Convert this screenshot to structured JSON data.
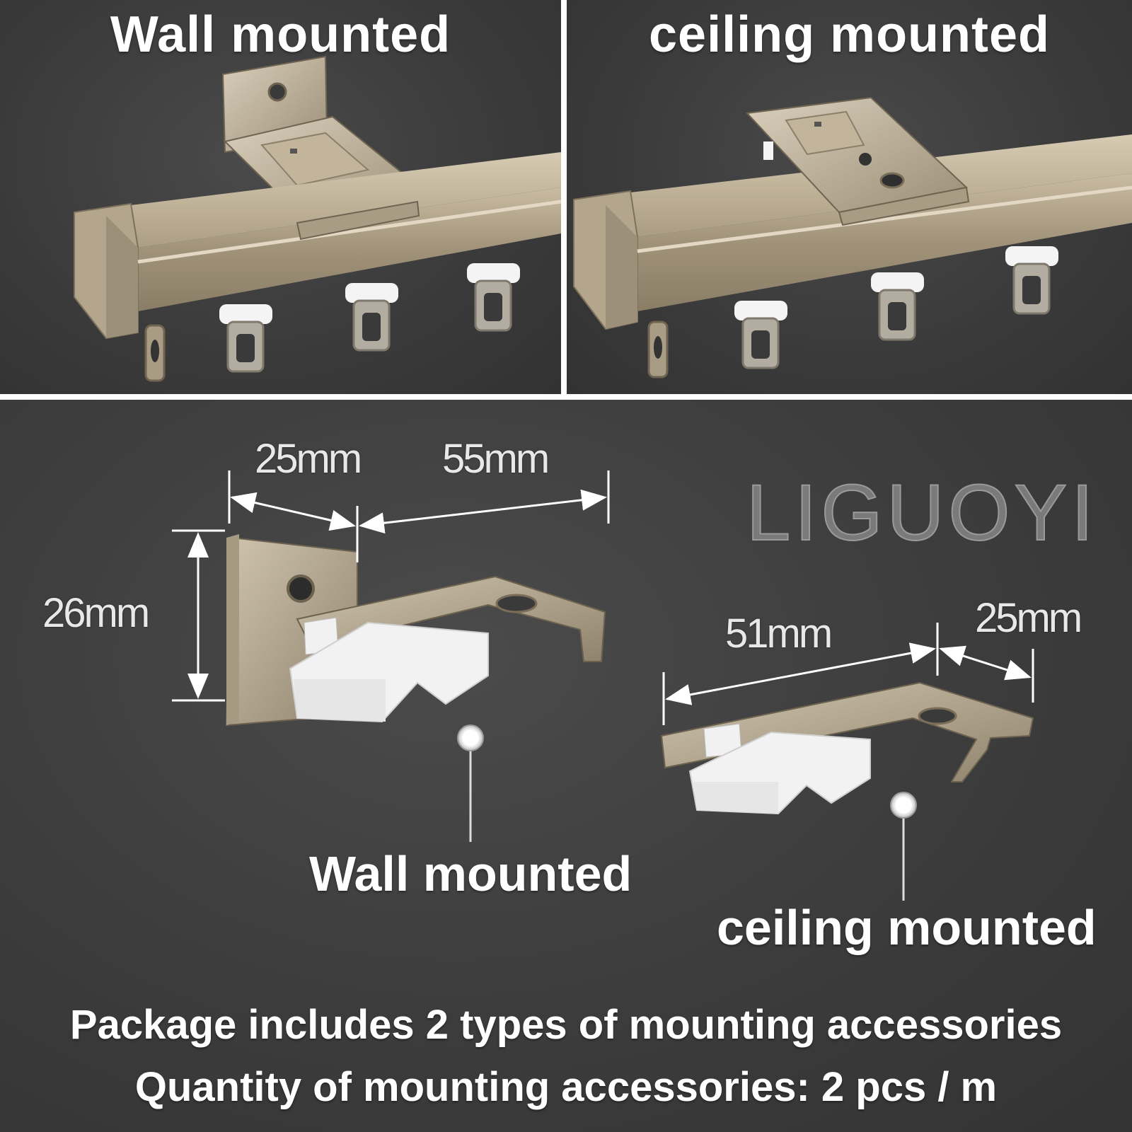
{
  "panels": {
    "wall": {
      "title": "Wall mounted"
    },
    "ceiling": {
      "title": "ceiling mounted"
    }
  },
  "dimensions": {
    "wall_depth_back": "25mm",
    "wall_depth_front": "55mm",
    "wall_height": "26mm",
    "ceiling_length": "51mm",
    "ceiling_tail": "25mm"
  },
  "brand": "LIGUOYI",
  "callouts": {
    "wall": "Wall mounted",
    "ceiling": "ceiling mounted"
  },
  "captions": {
    "line1": "Package includes 2 types of mounting accessories",
    "line2": "Quantity of mounting accessories: 2 pcs / m"
  },
  "colors": {
    "background": "#3d3d3d",
    "metal": "#b9ab93",
    "plastic": "#f2f2f2",
    "text": "#ffffff"
  }
}
